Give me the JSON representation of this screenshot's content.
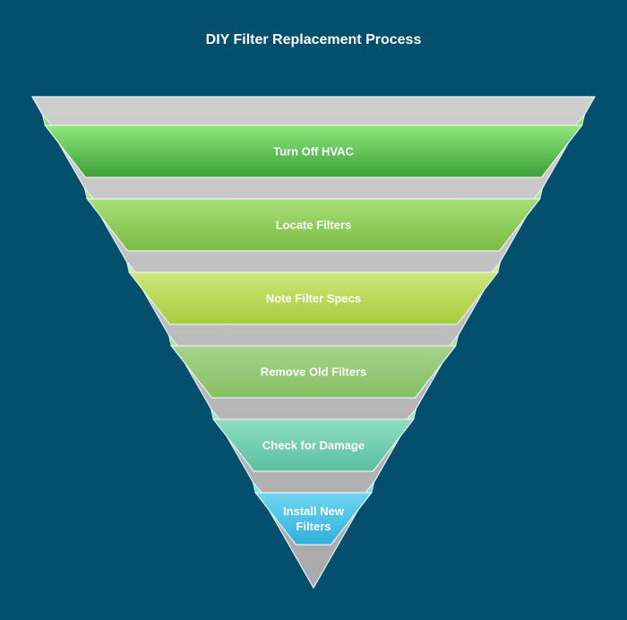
{
  "title": "DIY Filter Replacement Process",
  "stages": [
    {
      "label_lines": [
        "Turn Off HVAC"
      ],
      "color_top": "#8fe87a",
      "color_bottom": "#3c9f3a",
      "side_color": "#8de070"
    },
    {
      "label_lines": [
        "Locate Filters"
      ],
      "color_top": "#a8e079",
      "color_bottom": "#7aba42",
      "side_color": "#b0e58a"
    },
    {
      "label_lines": [
        "Note Filter Specs"
      ],
      "color_top": "#cde77a",
      "color_bottom": "#a8cc3c",
      "side_color": "#d2ec8c"
    },
    {
      "label_lines": [
        "Remove Old Filters"
      ],
      "color_top": "#a6d48b",
      "color_bottom": "#85bf64",
      "side_color": "#b5de9c"
    },
    {
      "label_lines": [
        "Check for Damage"
      ],
      "color_top": "#8fdcc0",
      "color_bottom": "#5bbfa1",
      "side_color": "#9fe3c8"
    },
    {
      "label_lines": [
        "Install New",
        "Filters"
      ],
      "color_top": "#6fd7f2",
      "color_bottom": "#30b0dc",
      "side_color": "#7fdcf5"
    }
  ],
  "colors": {
    "background": "#024f6e",
    "funnel_gray_top": "#cfcfcf",
    "funnel_gray_bottom": "#a9a9a9",
    "outline": "#e9f3f3"
  }
}
